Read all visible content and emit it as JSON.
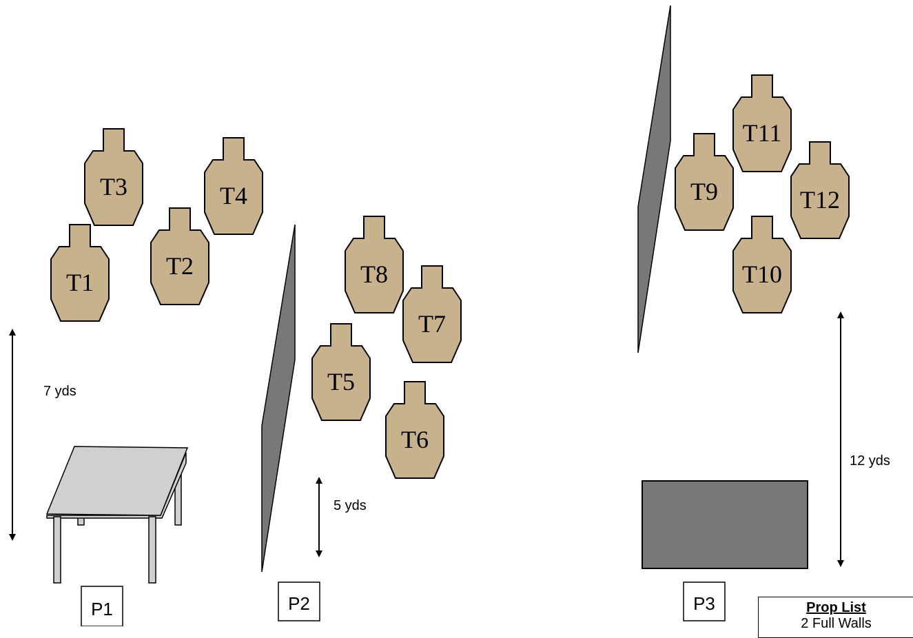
{
  "targets": [
    {
      "id": "t1",
      "label": "T1"
    },
    {
      "id": "t2",
      "label": "T2"
    },
    {
      "id": "t3",
      "label": "T3"
    },
    {
      "id": "t4",
      "label": "T4"
    },
    {
      "id": "t5",
      "label": "T5"
    },
    {
      "id": "t6",
      "label": "T6"
    },
    {
      "id": "t7",
      "label": "T7"
    },
    {
      "id": "t8",
      "label": "T8"
    },
    {
      "id": "t9",
      "label": "T9"
    },
    {
      "id": "t10",
      "label": "T10"
    },
    {
      "id": "t11",
      "label": "T11"
    },
    {
      "id": "t12",
      "label": "T12"
    }
  ],
  "distances": {
    "d1": "7 yds",
    "d2": "5 yds",
    "d3": "12 yds"
  },
  "positions": {
    "p1": "P1",
    "p2": "P2",
    "p3": "P3"
  },
  "prop_list": {
    "title": "Prop List",
    "item": "2 Full Walls"
  },
  "colors": {
    "target_fill": "#c8b28d",
    "wall_fill": "#787878",
    "table_top": "#d0d0d0"
  }
}
